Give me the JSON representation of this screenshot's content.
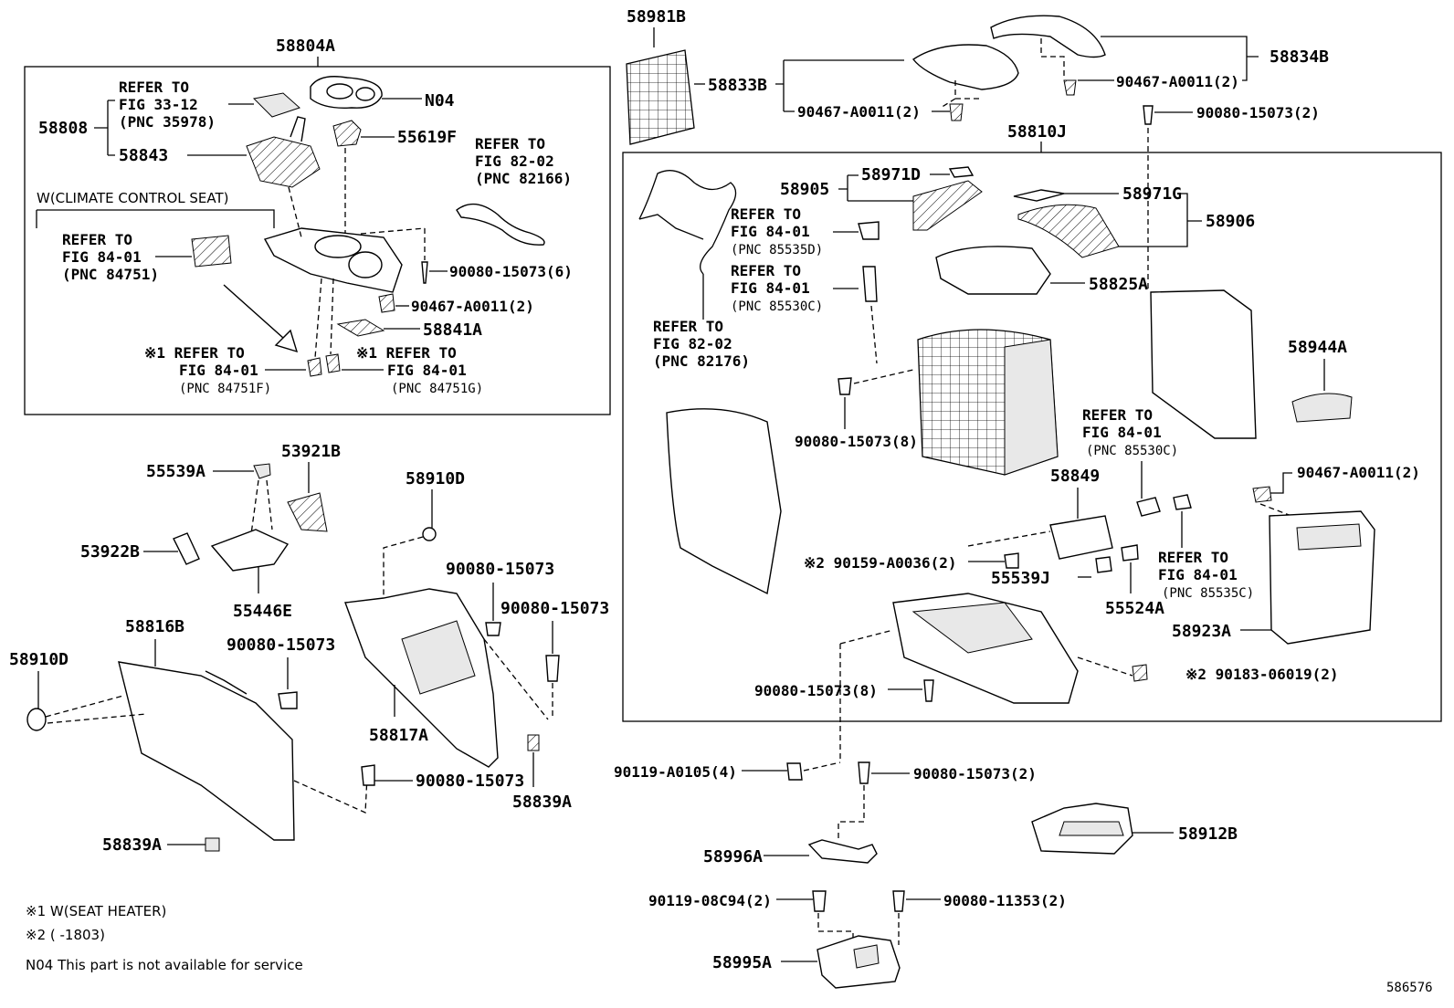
{
  "labels": {
    "p58804A": "58804A",
    "p58808": "58808",
    "ref33_1": "REFER TO",
    "ref33_2": "FIG 33-12",
    "ref33_3": "(PNC 35978)",
    "p58843": "58843",
    "n04": "N04",
    "p55619F": "55619F",
    "ref8202a_1": "REFER TO",
    "ref8202a_2": "FIG 82-02",
    "ref8202a_3": "(PNC 82166)",
    "wclimate": "W(CLIMATE CONTROL SEAT)",
    "ref84751_1": "REFER TO",
    "ref84751_2": "FIG 84-01",
    "ref84751_3": "(PNC 84751)",
    "b9008015073_6": "90080-15073(6)",
    "b90467a0011_2a": "90467-A0011(2)",
    "p58841A": "58841A",
    "ref84751f_1": "※1 REFER TO",
    "ref84751f_2": "FIG 84-01",
    "ref84751f_3": "(PNC 84751F)",
    "ref84751g_1": "※1 REFER TO",
    "ref84751g_2": "FIG 84-01",
    "ref84751g_3": "(PNC 84751G)",
    "p55539A": "55539A",
    "p53921B": "53921B",
    "p53922B": "53922B",
    "p55446E": "55446E",
    "p58910D_a": "58910D",
    "b9008015073_a": "90080-15073",
    "b9008015073_b": "90080-15073",
    "p58816B": "58816B",
    "p58910D_b": "58910D",
    "b9008015073_c": "90080-15073",
    "p58817A": "58817A",
    "b9008015073_d": "90080-15073",
    "p58839A_a": "58839A",
    "p58839A_b": "58839A",
    "p58981B": "58981B",
    "p58833B": "58833B",
    "b90467a0011_2b": "90467-A0011(2)",
    "b90467a0011_2c": "90467-A0011(2)",
    "p58834B": "58834B",
    "b9008015073_2a": "90080-15073(2)",
    "p58810J": "58810J",
    "p58905": "58905",
    "p58971D": "58971D",
    "p58971G": "58971G",
    "p58906": "58906",
    "ref85535d_1": "REFER TO",
    "ref85535d_2": "FIG 84-01",
    "ref85535d_3": "(PNC 85535D)",
    "ref85530c_1": "REFER TO",
    "ref85530c_2": "FIG 84-01",
    "ref85530c_3": "(PNC 85530C)",
    "p58825A": "58825A",
    "ref82176_1": "REFER TO",
    "ref82176_2": "FIG 82-02",
    "ref82176_3": "(PNC 82176)",
    "p58944A": "58944A",
    "b9008015073_8a": "90080-15073(8)",
    "ref85530c2_1": "REFER TO",
    "ref85530c2_2": "FIG 84-01",
    "ref85530c2_3": "(PNC 85530C)",
    "p58849": "58849",
    "b90467a0011_2d": "90467-A0011(2)",
    "b90159a0036": "※2 90159-A0036(2)",
    "p55539J": "55539J",
    "p55524A": "55524A",
    "ref85535c_1": "REFER TO",
    "ref85535c_2": "FIG 84-01",
    "ref85535c_3": "(PNC 85535C)",
    "p58923A": "58923A",
    "b9008015073_8b": "90080-15073(8)",
    "b9018306019": "※2 90183-06019(2)",
    "b90119a0105": "90119-A0105(4)",
    "b9008015073_2b": "90080-15073(2)",
    "p58912B": "58912B",
    "p58996A": "58996A",
    "b9011908c94": "90119-08C94(2)",
    "b9008011353": "90080-11353(2)",
    "p58995A": "58995A",
    "note1": "※1 W(SEAT HEATER)",
    "note2": "※2 (      -1803)",
    "note3": "N04 This part is not available for service",
    "figno": "586576"
  }
}
